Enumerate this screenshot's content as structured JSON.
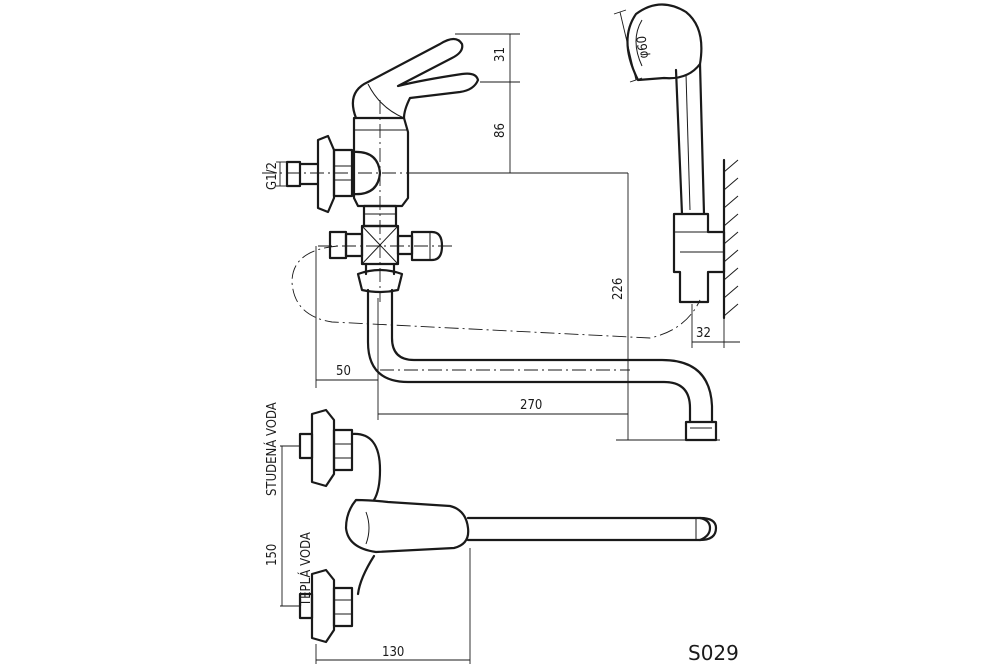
{
  "drawing": {
    "model_code": "S029",
    "dimensions": {
      "thread": "G1/2",
      "lever_height": "31",
      "body_height": "86",
      "spout_drop": "226",
      "diverter_offset": "50",
      "spout_reach": "270",
      "wall_offset": "32",
      "shower_head_diameter": "φ60",
      "inlet_spacing": "150",
      "plan_width": "130"
    },
    "labels": {
      "cold_water": "STUDENÁ VODA",
      "hot_water": "TEPLÁ VODA"
    }
  }
}
